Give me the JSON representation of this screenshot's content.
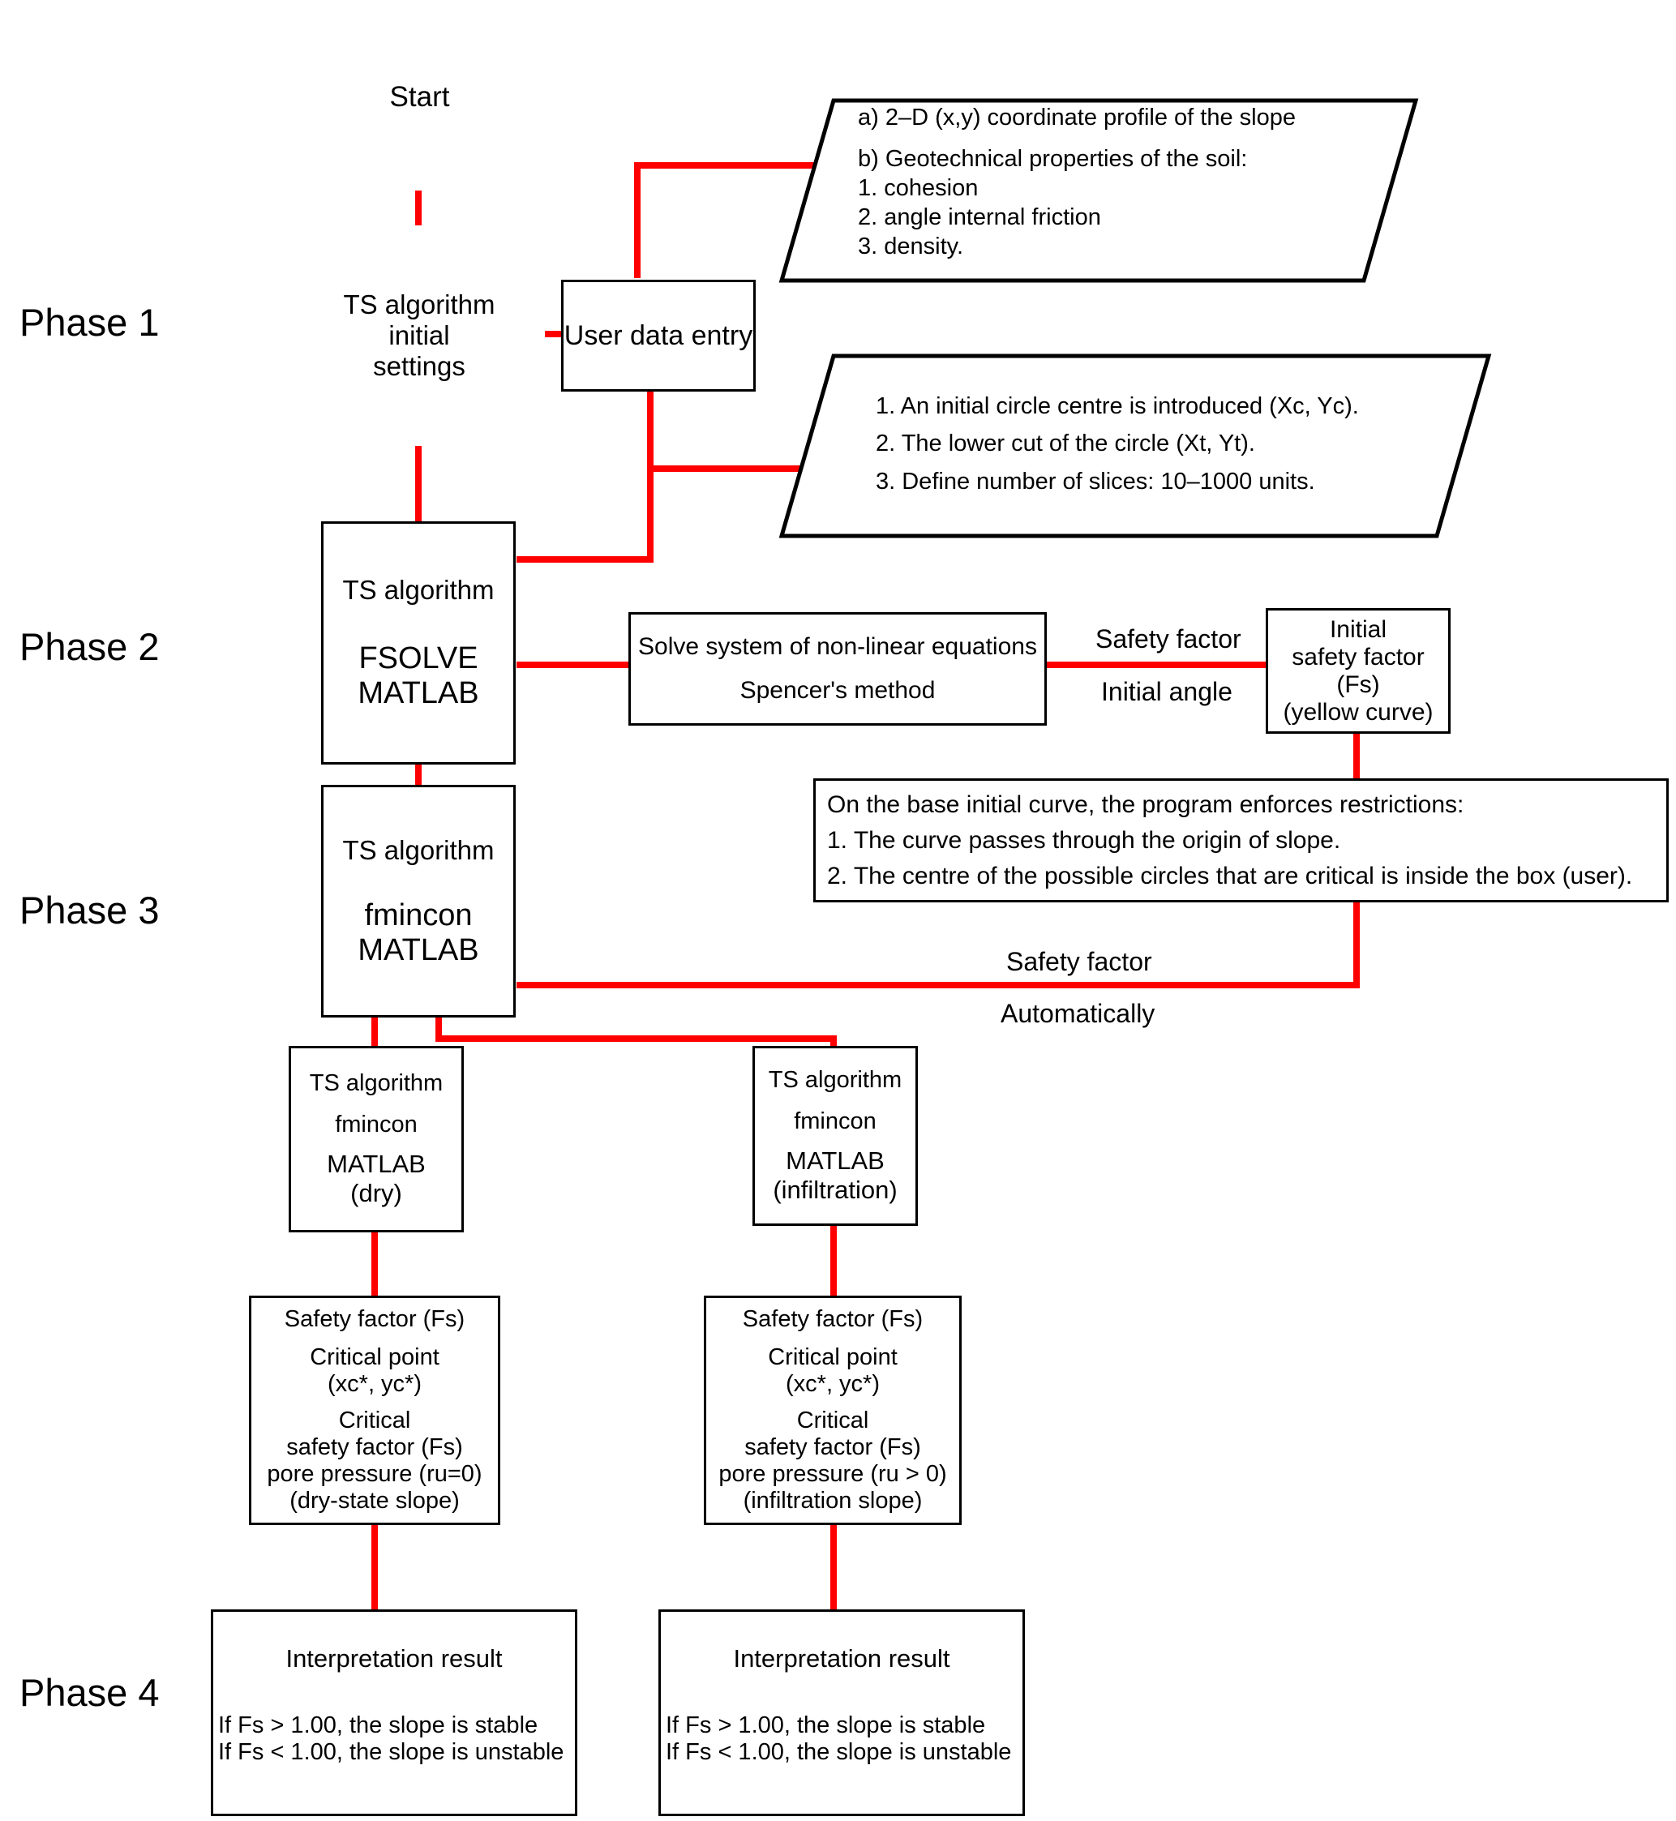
{
  "diagram": {
    "title_phases": [
      {
        "id": "phase-1",
        "label": "Phase 1"
      },
      {
        "id": "phase-2",
        "label": "Phase 2"
      },
      {
        "id": "phase-3",
        "label": "Phase 3"
      },
      {
        "id": "phase-4",
        "label": "Phase 4"
      }
    ],
    "colors": {
      "connector": "#FF0000",
      "node_border": "#000000",
      "text": "#000000",
      "background": "#FFFFFF"
    },
    "nodes": {
      "start": {
        "label": "Start",
        "shape": "ellipse"
      },
      "ts_initial": {
        "shape": "diamond",
        "line1": "TS algorithm",
        "line2": "initial",
        "line3": "settings"
      },
      "user_data_entry": {
        "shape": "rect",
        "label": "User data entry"
      },
      "input_a": {
        "shape": "parallelogram",
        "line1": "a) 2–D (x,y) coordinate profile of the slope",
        "line2": "b) Geotechnical properties of the soil:",
        "line3": "1.  cohesion",
        "line4": "2.  angle internal friction",
        "line5": "3.  density."
      },
      "input_b": {
        "shape": "parallelogram",
        "line1": "1. An initial circle centre is introduced (Xc, Yc).",
        "line2": "2. The lower cut of the circle (Xt, Yt).",
        "line3": "3. Define number of slices: 10–1000 units."
      },
      "ts_fsolve": {
        "shape": "rect",
        "line1": "TS algorithm",
        "line2": "FSOLVE",
        "line3": "MATLAB"
      },
      "solve_system": {
        "shape": "rect",
        "line1": "Solve system of non-linear equations",
        "line2": "Spencer's method"
      },
      "initial_fs": {
        "shape": "rect",
        "line1": "Initial",
        "line2": "safety factor (Fs)",
        "line3": "(yellow curve)"
      },
      "restrictions": {
        "shape": "rect",
        "line1": " On the base initial curve, the program enforces restrictions:",
        "line2": "1. The curve passes through the origin of slope.",
        "line3": "2. The centre of the possible circles that are critical is inside the  box  (user)."
      },
      "ts_fmincon": {
        "shape": "rect",
        "line1": "TS algorithm",
        "line2": "fmincon",
        "line3": "MATLAB"
      },
      "ts_fmincon_dry": {
        "shape": "rect",
        "line1": "TS algorithm",
        "line2": "fmincon",
        "line3": "MATLAB",
        "line4": "(dry)"
      },
      "ts_fmincon_infiltration": {
        "shape": "rect",
        "line1": "TS algorithm",
        "line2": "fmincon",
        "line3": "MATLAB",
        "line4": "(infiltration)"
      },
      "result_dry": {
        "shape": "rect",
        "line1": "Safety factor (Fs)",
        "line2": "Critical point",
        "line3": "(xc*, yc*)",
        "line4": "Critical",
        "line5": "safety factor (Fs)",
        "line6": "pore pressure (ru=0)",
        "line7": "(dry-state slope)"
      },
      "result_infiltration": {
        "shape": "rect",
        "line1": "Safety factor (Fs)",
        "line2": "Critical point",
        "line3": "(xc*, yc*)",
        "line4": "Critical",
        "line5": "safety factor (Fs)",
        "line6": "pore pressure (ru > 0)",
        "line7": "(infiltration slope)"
      },
      "interpretation_dry": {
        "shape": "rect",
        "line1": "Interpretation result",
        "line2": "If Fs > 1.00, the slope is stable",
        "line3": "If Fs < 1.00, the slope is unstable"
      },
      "interpretation_infiltration": {
        "shape": "rect",
        "line1": "Interpretation result",
        "line2": "If Fs > 1.00, the  slope is stable",
        "line3": "If Fs < 1.00, the slope is unstable"
      }
    },
    "edge_labels": {
      "safety_factor_1": "Safety factor",
      "initial_angle": "Initial angle",
      "safety_factor_2": "Safety factor",
      "automatically": "Automatically"
    }
  }
}
